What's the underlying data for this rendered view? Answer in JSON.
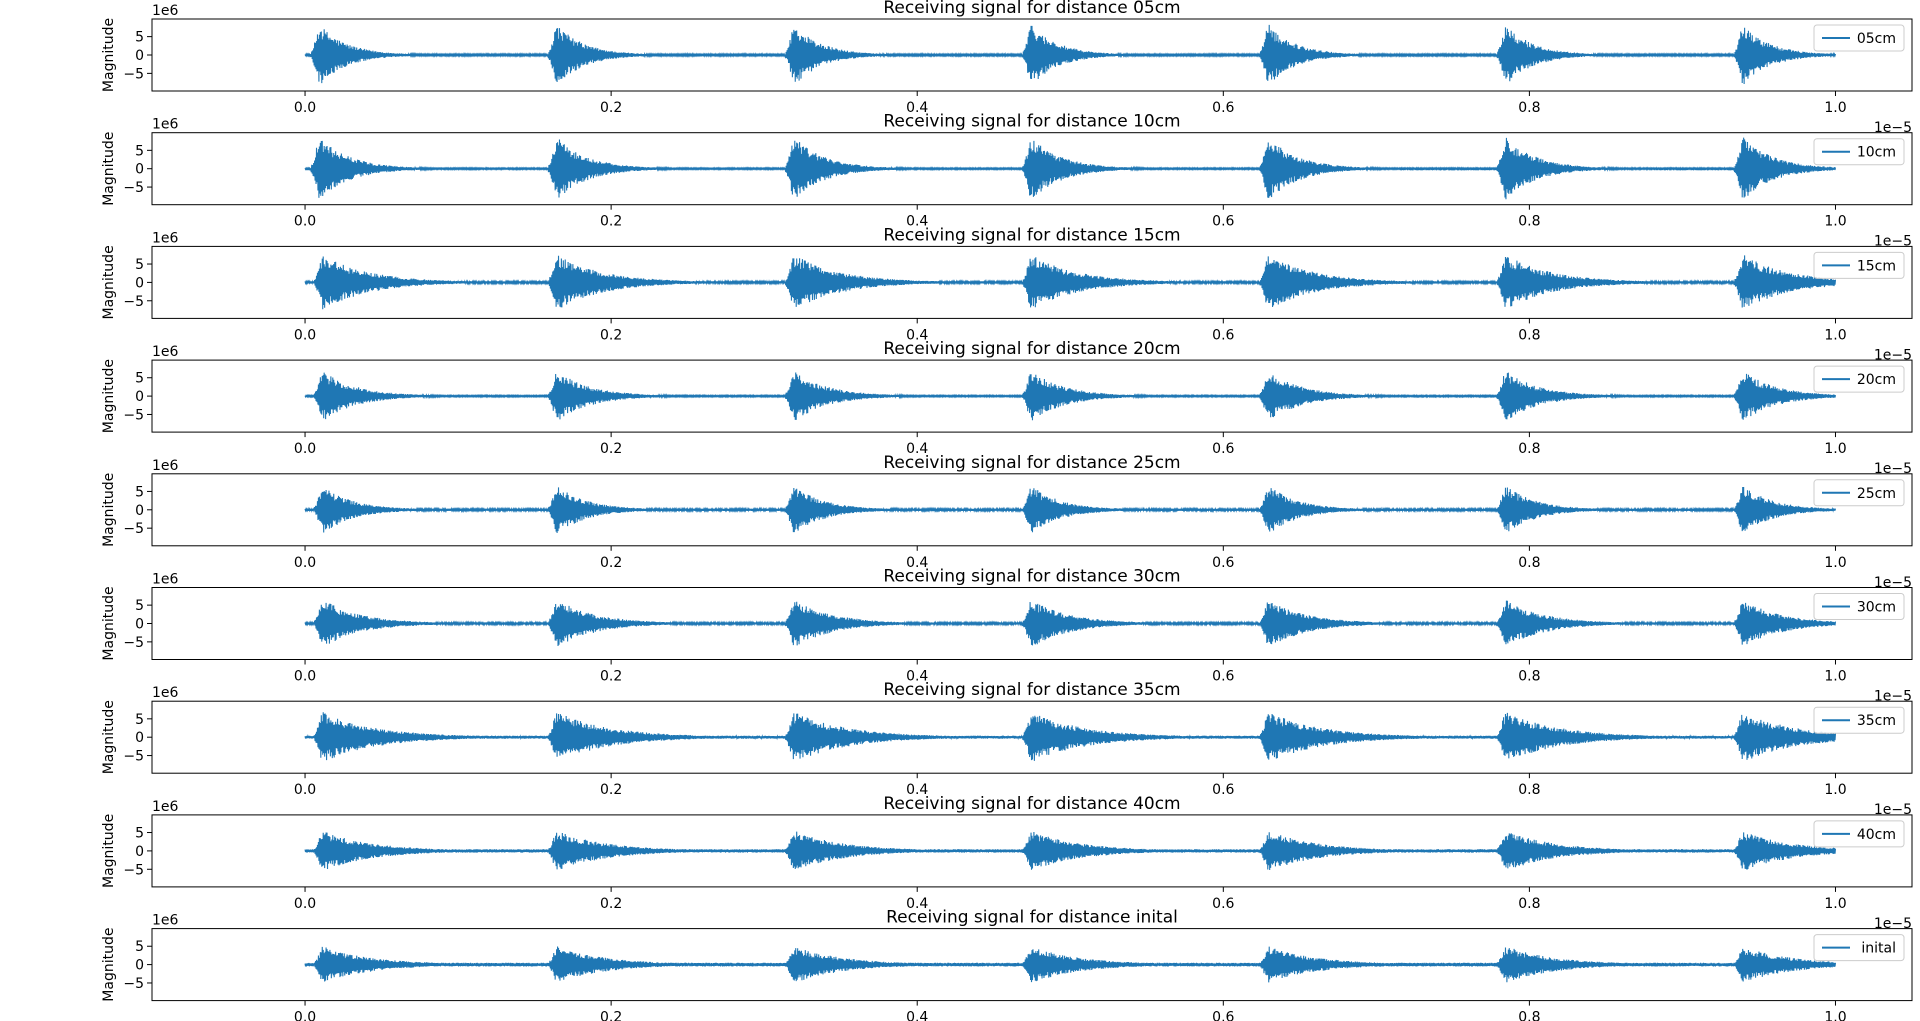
{
  "figure": {
    "ylabel": "Magnitude",
    "y_offset_text": "1e6",
    "x_offset_text": "1e−5",
    "line_color": "#1f77b4"
  },
  "chart_data": [
    {
      "type": "line",
      "title": "Receiving signal for distance 05cm",
      "series": [
        {
          "name": "05cm"
        }
      ],
      "x_ticks": [
        "0.0",
        "0.2",
        "0.4",
        "0.6",
        "0.8",
        "1.0"
      ],
      "y_ticks": [
        "−5",
        "0",
        "5"
      ],
      "xlim": [
        -0.1,
        1.05
      ],
      "ylim": [
        -9.8,
        9.8
      ],
      "x_range": [
        0.0,
        1.0
      ],
      "burst_centers": [
        0.01,
        0.165,
        0.32,
        0.475,
        0.63,
        0.785,
        0.94
      ],
      "peak_amplitude": 8.2,
      "burst_width": 0.018,
      "noise_floor": 0.25
    },
    {
      "type": "line",
      "title": "Receiving signal for distance 10cm",
      "series": [
        {
          "name": "10cm"
        }
      ],
      "x_ticks": [
        "0.0",
        "0.2",
        "0.4",
        "0.6",
        "0.8",
        "1.0"
      ],
      "y_ticks": [
        "−5",
        "0",
        "5"
      ],
      "xlim": [
        -0.1,
        1.05
      ],
      "ylim": [
        -9.8,
        9.8
      ],
      "x_range": [
        0.0,
        1.0
      ],
      "burst_centers": [
        0.01,
        0.165,
        0.32,
        0.475,
        0.63,
        0.785,
        0.94
      ],
      "peak_amplitude": 8.5,
      "burst_width": 0.02,
      "noise_floor": 0.2
    },
    {
      "type": "line",
      "title": "Receiving signal for distance 15cm",
      "series": [
        {
          "name": "15cm"
        }
      ],
      "x_ticks": [
        "0.0",
        "0.2",
        "0.4",
        "0.6",
        "0.8",
        "1.0"
      ],
      "y_ticks": [
        "−5",
        "0",
        "5"
      ],
      "xlim": [
        -0.1,
        1.05
      ],
      "ylim": [
        -9.8,
        9.8
      ],
      "x_range": [
        0.0,
        1.0
      ],
      "burst_centers": [
        0.012,
        0.165,
        0.32,
        0.475,
        0.63,
        0.785,
        0.94
      ],
      "peak_amplitude": 7.5,
      "burst_width": 0.03,
      "noise_floor": 0.3
    },
    {
      "type": "line",
      "title": "Receiving signal for distance 20cm",
      "series": [
        {
          "name": "20cm"
        }
      ],
      "x_ticks": [
        "0.0",
        "0.2",
        "0.4",
        "0.6",
        "0.8",
        "1.0"
      ],
      "y_ticks": [
        "−5",
        "0",
        "5"
      ],
      "xlim": [
        -0.1,
        1.05
      ],
      "ylim": [
        -9.8,
        9.8
      ],
      "x_range": [
        0.0,
        1.0
      ],
      "burst_centers": [
        0.012,
        0.165,
        0.32,
        0.475,
        0.63,
        0.785,
        0.94
      ],
      "peak_amplitude": 6.8,
      "burst_width": 0.022,
      "noise_floor": 0.2
    },
    {
      "type": "line",
      "title": "Receiving signal for distance 25cm",
      "series": [
        {
          "name": "25cm"
        }
      ],
      "x_ticks": [
        "0.0",
        "0.2",
        "0.4",
        "0.6",
        "0.8",
        "1.0"
      ],
      "y_ticks": [
        "−5",
        "0",
        "5"
      ],
      "xlim": [
        -0.1,
        1.05
      ],
      "ylim": [
        -9.8,
        9.8
      ],
      "x_range": [
        0.0,
        1.0
      ],
      "burst_centers": [
        0.012,
        0.165,
        0.32,
        0.475,
        0.63,
        0.785,
        0.94
      ],
      "peak_amplitude": 6.5,
      "burst_width": 0.02,
      "noise_floor": 0.3
    },
    {
      "type": "line",
      "title": "Receiving signal for distance 30cm",
      "series": [
        {
          "name": "30cm"
        }
      ],
      "x_ticks": [
        "0.0",
        "0.2",
        "0.4",
        "0.6",
        "0.8",
        "1.0"
      ],
      "y_ticks": [
        "−5",
        "0",
        "5"
      ],
      "xlim": [
        -0.1,
        1.05
      ],
      "ylim": [
        -9.8,
        9.8
      ],
      "x_range": [
        0.0,
        1.0
      ],
      "burst_centers": [
        0.012,
        0.165,
        0.32,
        0.475,
        0.63,
        0.785,
        0.94
      ],
      "peak_amplitude": 6.5,
      "burst_width": 0.025,
      "noise_floor": 0.3
    },
    {
      "type": "line",
      "title": "Receiving signal for distance 35cm",
      "series": [
        {
          "name": "35cm"
        }
      ],
      "x_ticks": [
        "0.0",
        "0.2",
        "0.4",
        "0.6",
        "0.8",
        "1.0"
      ],
      "y_ticks": [
        "−5",
        "0",
        "5"
      ],
      "xlim": [
        -0.1,
        1.05
      ],
      "ylim": [
        -9.8,
        9.8
      ],
      "x_range": [
        0.0,
        1.0
      ],
      "burst_centers": [
        0.012,
        0.165,
        0.32,
        0.475,
        0.63,
        0.785,
        0.94
      ],
      "peak_amplitude": 6.8,
      "burst_width": 0.035,
      "noise_floor": 0.4
    },
    {
      "type": "line",
      "title": "Receiving signal for distance 40cm",
      "series": [
        {
          "name": "40cm"
        }
      ],
      "x_ticks": [
        "0.0",
        "0.2",
        "0.4",
        "0.6",
        "0.8",
        "1.0"
      ],
      "y_ticks": [
        "−5",
        "0",
        "5"
      ],
      "xlim": [
        -0.1,
        1.05
      ],
      "ylim": [
        -9.8,
        9.8
      ],
      "x_range": [
        0.0,
        1.0
      ],
      "burst_centers": [
        0.012,
        0.165,
        0.32,
        0.475,
        0.63,
        0.785,
        0.94
      ],
      "peak_amplitude": 5.5,
      "burst_width": 0.032,
      "noise_floor": 0.45
    },
    {
      "type": "line",
      "title": "Receiving signal for distance inital",
      "series": [
        {
          "name": "inital"
        }
      ],
      "x_ticks": [
        "0.0",
        "0.2",
        "0.4",
        "0.6",
        "0.8",
        "1.0"
      ],
      "y_ticks": [
        "−5",
        "0",
        "5"
      ],
      "xlim": [
        -0.1,
        1.05
      ],
      "ylim": [
        -9.8,
        9.8
      ],
      "x_range": [
        0.0,
        1.0
      ],
      "burst_centers": [
        0.012,
        0.165,
        0.32,
        0.475,
        0.63,
        0.785,
        0.94
      ],
      "peak_amplitude": 5.0,
      "burst_width": 0.032,
      "noise_floor": 0.5
    }
  ]
}
